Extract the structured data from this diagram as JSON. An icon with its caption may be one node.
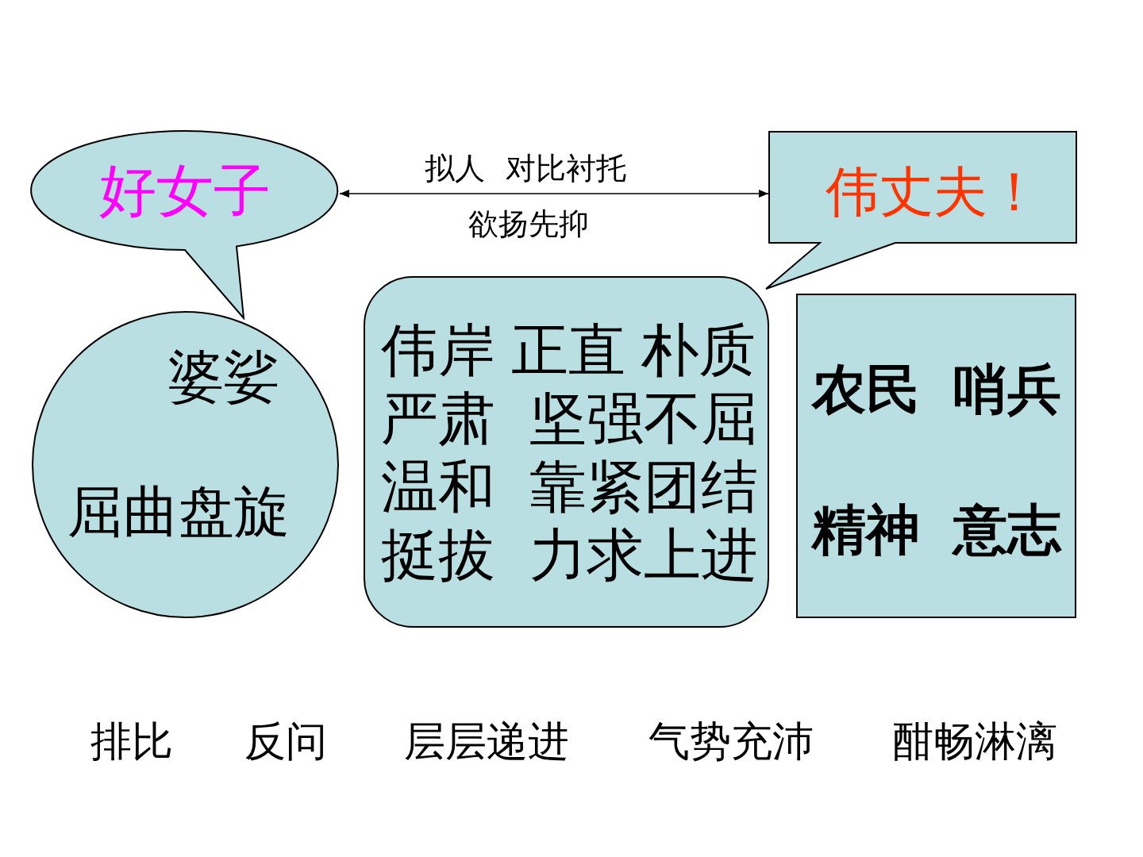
{
  "diagram": {
    "nodes": [
      {
        "text": [
          "好女子"
        ]
      },
      {
        "text": [
          "伟丈夫！"
        ]
      },
      {
        "text": [
          "婆娑",
          "屈曲盘旋"
        ]
      },
      {
        "text": [
          "伟岸 正直 朴质",
          "严肃 坚强不屈",
          "温和 靠紧团结",
          "挺拔 力求上进"
        ]
      },
      {
        "text": [
          "农民",
          "哨兵",
          "精神",
          "意志"
        ]
      }
    ],
    "edges": [
      {
        "from": 0,
        "to": 1,
        "arrow": "both",
        "label": "拟人 对比衬托"
      }
    ],
    "labels": [
      "欲扬先抑",
      "排比",
      "反问",
      "层层递进",
      "气势充沛",
      "酣畅淋漓"
    ]
  }
}
